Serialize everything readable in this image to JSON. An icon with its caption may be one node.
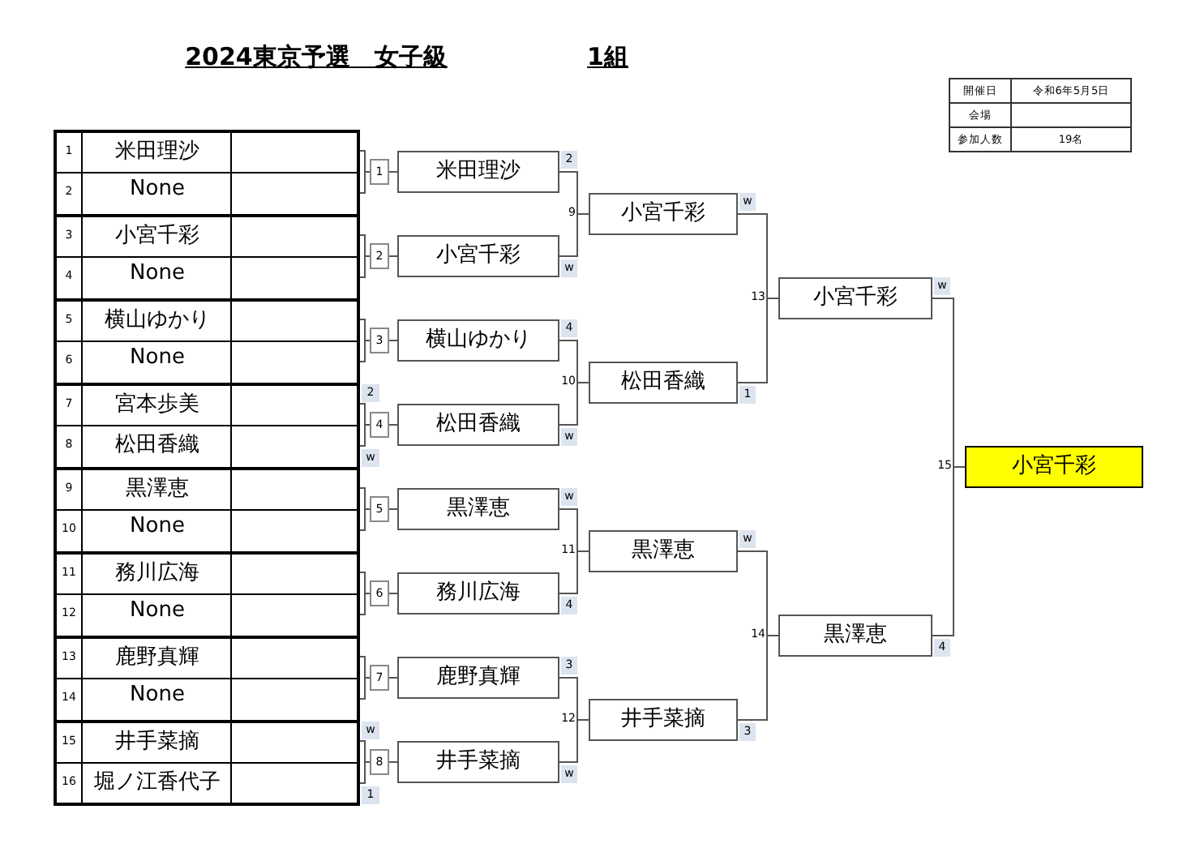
{
  "diagram": {
    "title": "2024東京予選　女子級",
    "nodes": [
      {
        "text": [
          "1",
          "米田理沙"
        ]
      },
      {
        "text": [
          "2",
          "None"
        ]
      },
      {
        "text": [
          "3",
          "小宮千彩"
        ]
      },
      {
        "text": [
          "4",
          "None"
        ]
      },
      {
        "text": [
          "5",
          "横山ゆかり"
        ]
      },
      {
        "text": [
          "6",
          "None"
        ]
      },
      {
        "text": [
          "7",
          "宮本歩美"
        ],
        "beside": [
          "2"
        ]
      },
      {
        "text": [
          "8",
          "松田香織"
        ],
        "beside": [
          "w"
        ]
      },
      {
        "text": [
          "9",
          "黒澤恵"
        ]
      },
      {
        "text": [
          "10",
          "None"
        ]
      },
      {
        "text": [
          "11",
          "務川広海"
        ]
      },
      {
        "text": [
          "12",
          "None"
        ]
      },
      {
        "text": [
          "13",
          "鹿野真輝"
        ]
      },
      {
        "text": [
          "14",
          "None"
        ]
      },
      {
        "text": [
          "15",
          "井手菜摘"
        ],
        "beside": [
          "w"
        ]
      },
      {
        "text": [
          "16",
          "堀ノ江香代子"
        ],
        "beside": [
          "1"
        ]
      },
      {
        "text": [
          "1"
        ]
      },
      {
        "text": [
          "2"
        ]
      },
      {
        "text": [
          "3"
        ]
      },
      {
        "text": [
          "4"
        ]
      },
      {
        "text": [
          "5"
        ]
      },
      {
        "text": [
          "6"
        ]
      },
      {
        "text": [
          "7"
        ]
      },
      {
        "text": [
          "8"
        ]
      },
      {
        "text": [
          "米田理沙"
        ],
        "beside": [
          "2"
        ]
      },
      {
        "text": [
          "小宮千彩"
        ],
        "beside": [
          "w"
        ]
      },
      {
        "text": [
          "横山ゆかり"
        ],
        "beside": [
          "4"
        ]
      },
      {
        "text": [
          "松田香織"
        ],
        "beside": [
          "w"
        ]
      },
      {
        "text": [
          "黒澤恵"
        ],
        "beside": [
          "w"
        ]
      },
      {
        "text": [
          "務川広海"
        ],
        "beside": [
          "4"
        ]
      },
      {
        "text": [
          "鹿野真輝"
        ],
        "beside": [
          "3"
        ]
      },
      {
        "text": [
          "井手菜摘"
        ],
        "beside": [
          "w"
        ]
      },
      {
        "text": [
          "小宮千彩"
        ],
        "beside": [
          "9",
          "w"
        ]
      },
      {
        "text": [
          "松田香織"
        ],
        "beside": [
          "10",
          "1"
        ]
      },
      {
        "text": [
          "黒澤恵"
        ],
        "beside": [
          "11",
          "w"
        ]
      },
      {
        "text": [
          "井手菜摘"
        ],
        "beside": [
          "12",
          "3"
        ]
      },
      {
        "text": [
          "小宮千彩"
        ],
        "beside": [
          "13",
          "w"
        ]
      },
      {
        "text": [
          "黒澤恵"
        ],
        "beside": [
          "14",
          "4"
        ]
      },
      {
        "text": [
          "小宮千彩"
        ],
        "beside": [
          "15"
        ]
      }
    ],
    "edges": [
      {
        "from": 0,
        "to": 16,
        "arrow": "none"
      },
      {
        "from": 1,
        "to": 16,
        "arrow": "none"
      },
      {
        "from": 2,
        "to": 17,
        "arrow": "none"
      },
      {
        "from": 3,
        "to": 17,
        "arrow": "none"
      },
      {
        "from": 4,
        "to": 18,
        "arrow": "none"
      },
      {
        "from": 5,
        "to": 18,
        "arrow": "none"
      },
      {
        "from": 6,
        "to": 19,
        "arrow": "none"
      },
      {
        "from": 7,
        "to": 19,
        "arrow": "none"
      },
      {
        "from": 8,
        "to": 20,
        "arrow": "none"
      },
      {
        "from": 9,
        "to": 20,
        "arrow": "none"
      },
      {
        "from": 10,
        "to": 21,
        "arrow": "none"
      },
      {
        "from": 11,
        "to": 21,
        "arrow": "none"
      },
      {
        "from": 12,
        "to": 22,
        "arrow": "none"
      },
      {
        "from": 13,
        "to": 22,
        "arrow": "none"
      },
      {
        "from": 14,
        "to": 23,
        "arrow": "none"
      },
      {
        "from": 15,
        "to": 23,
        "arrow": "none"
      },
      {
        "from": 16,
        "to": 24,
        "arrow": "none"
      },
      {
        "from": 17,
        "to": 25,
        "arrow": "none"
      },
      {
        "from": 18,
        "to": 26,
        "arrow": "none"
      },
      {
        "from": 19,
        "to": 27,
        "arrow": "none"
      },
      {
        "from": 20,
        "to": 28,
        "arrow": "none"
      },
      {
        "from": 21,
        "to": 29,
        "arrow": "none"
      },
      {
        "from": 22,
        "to": 30,
        "arrow": "none"
      },
      {
        "from": 23,
        "to": 31,
        "arrow": "none"
      },
      {
        "from": 24,
        "to": 32,
        "arrow": "none"
      },
      {
        "from": 25,
        "to": 32,
        "arrow": "none"
      },
      {
        "from": 26,
        "to": 33,
        "arrow": "none"
      },
      {
        "from": 27,
        "to": 33,
        "arrow": "none"
      },
      {
        "from": 28,
        "to": 34,
        "arrow": "none"
      },
      {
        "from": 29,
        "to": 34,
        "arrow": "none"
      },
      {
        "from": 30,
        "to": 35,
        "arrow": "none"
      },
      {
        "from": 31,
        "to": 35,
        "arrow": "none"
      },
      {
        "from": 32,
        "to": 36,
        "arrow": "none"
      },
      {
        "from": 33,
        "to": 36,
        "arrow": "none"
      },
      {
        "from": 34,
        "to": 37,
        "arrow": "none"
      },
      {
        "from": 35,
        "to": 37,
        "arrow": "none"
      },
      {
        "from": 36,
        "to": 38,
        "arrow": "none"
      },
      {
        "from": 37,
        "to": 38,
        "arrow": "none"
      }
    ],
    "labels": [
      "1組",
      "開催日",
      "令和6年5月5日",
      "会場",
      "参加人数",
      "19名"
    ]
  }
}
